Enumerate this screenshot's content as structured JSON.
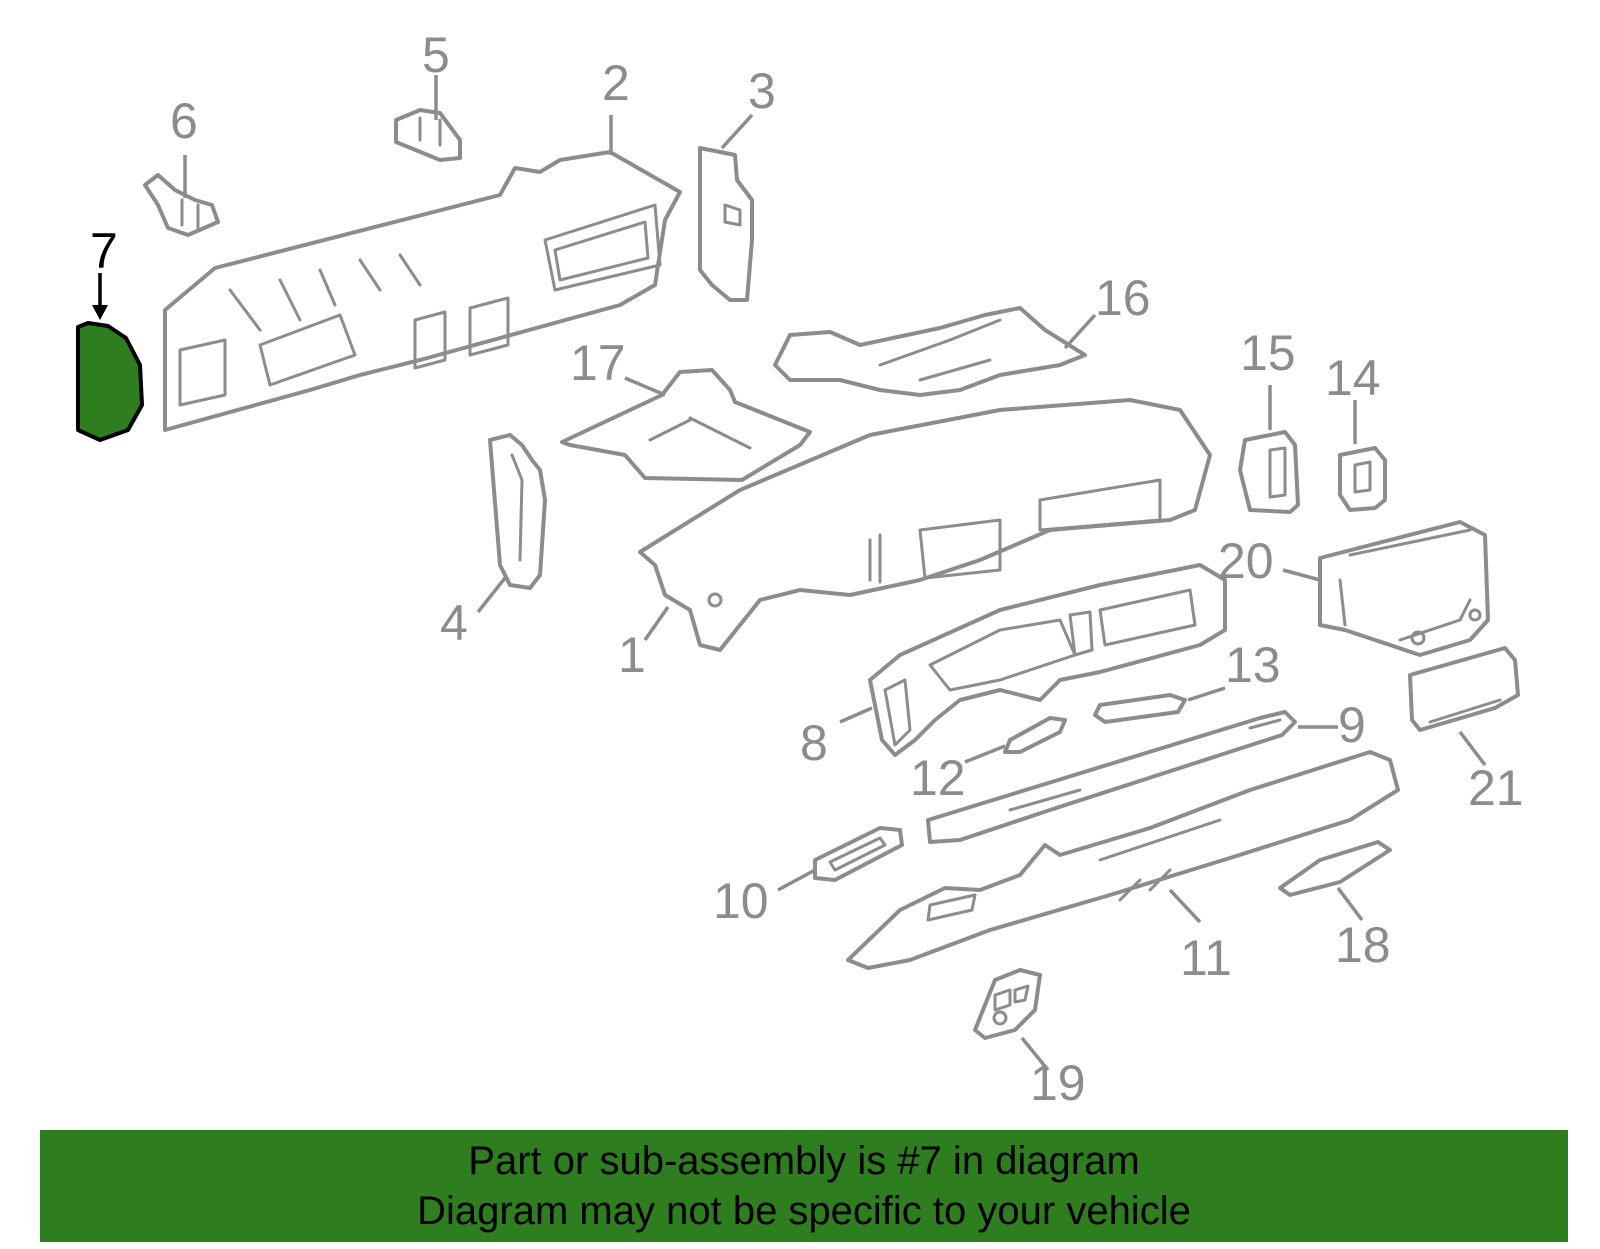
{
  "highlight_color": "#2e7d1e",
  "callouts": {
    "c1": "1",
    "c2": "2",
    "c3": "3",
    "c4": "4",
    "c5": "5",
    "c6": "6",
    "c7": "7",
    "c8": "8",
    "c9": "9",
    "c10": "10",
    "c11": "11",
    "c12": "12",
    "c13": "13",
    "c14": "14",
    "c15": "15",
    "c16": "16",
    "c17": "17",
    "c18": "18",
    "c19": "19",
    "c20": "20",
    "c21": "21"
  },
  "highlighted_part": "7",
  "banner": {
    "line1": "Part or sub-assembly is #7 in diagram",
    "line2": "Diagram may not be specific to your vehicle"
  }
}
